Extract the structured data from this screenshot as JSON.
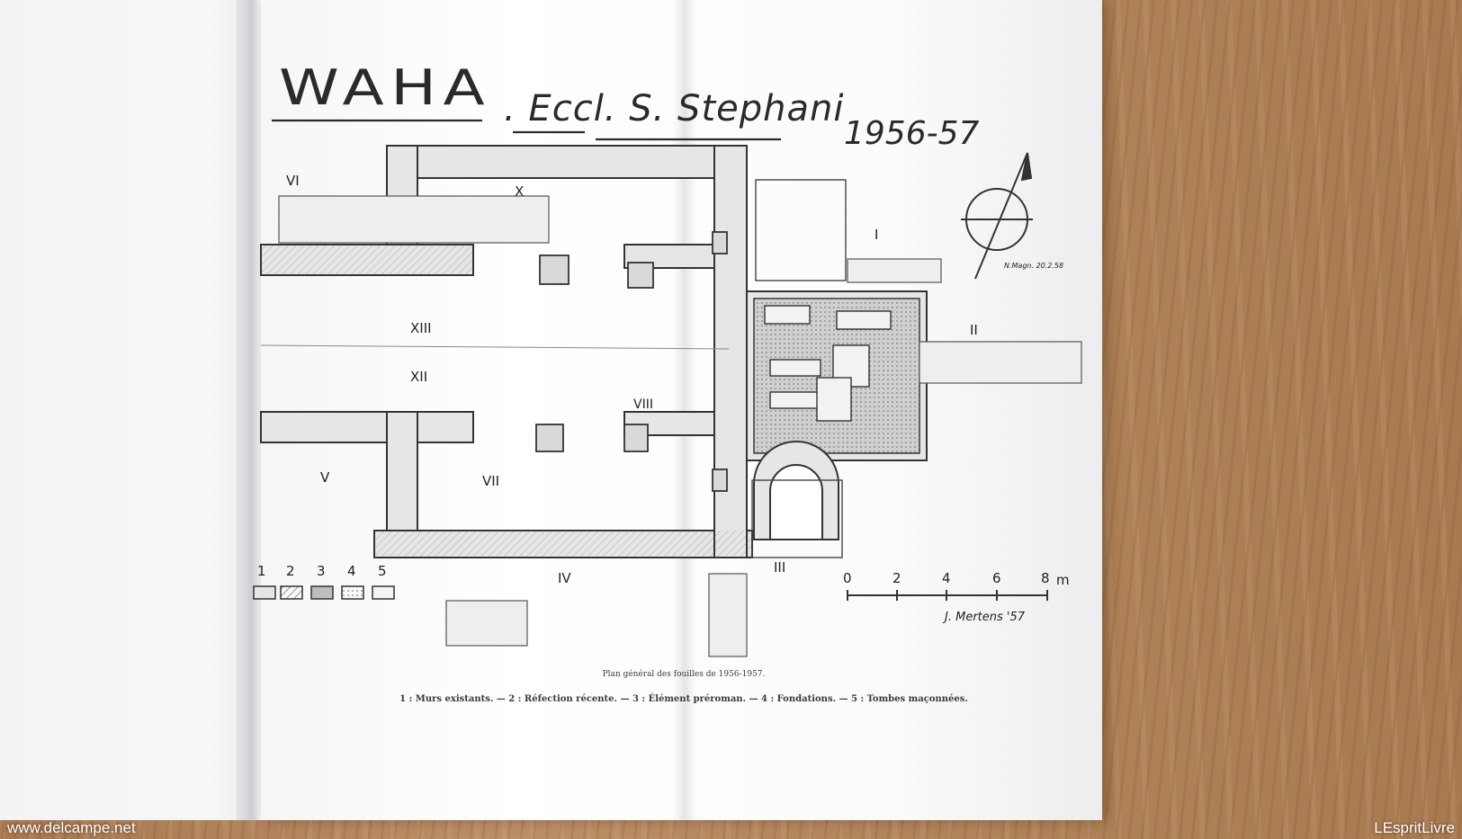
{
  "plate": {
    "title_main": "WAHA",
    "title_sub": ". Eccl. S. Stephani",
    "title_year": "1956-57",
    "room_labels": [
      "VI",
      "X",
      "XIII",
      "XII",
      "VIII",
      "V",
      "VII",
      "IV",
      "III",
      "I",
      "II"
    ],
    "legend_numbers": [
      "1",
      "2",
      "3",
      "4",
      "5"
    ],
    "scale_labels": [
      "0",
      "2",
      "4",
      "6",
      "8",
      "m"
    ],
    "signature": "J. Mertens '57",
    "north_note": "N.Magn. 20.2.58",
    "caption_line1": "Plan général des fouilles de 1956-1957.",
    "caption_line2": "1 : Murs existants. — 2 : Réfection récente. — 3 : Élément préroman. — 4 : Fondations. — 5 : Tombes maçonnées."
  },
  "watermarks": {
    "left": "www.delcampe.net",
    "right": "LEspritLivre"
  }
}
